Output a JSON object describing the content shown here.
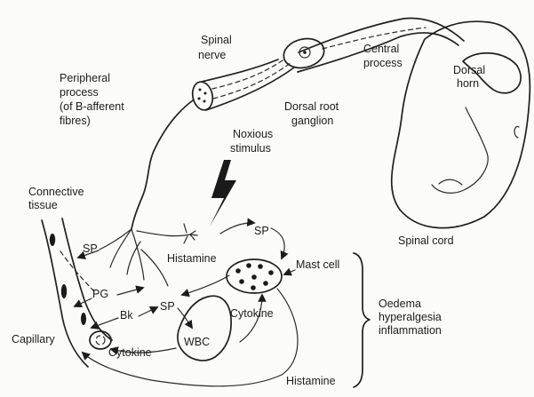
{
  "labels": {
    "spinal_nerve": [
      "Spinal",
      "nerve"
    ],
    "central_process": [
      "Central",
      "process"
    ],
    "dorsal_horn": [
      "Dorsal",
      "horn"
    ],
    "peripheral_process": [
      "Peripheral",
      "process",
      "(of B-afferent",
      "fibres)"
    ],
    "dorsal_root_ganglion": [
      "Dorsal root",
      "ganglion"
    ],
    "noxious_stimulus": [
      "Noxious",
      "stimulus"
    ],
    "connective_tissue": [
      "Connective",
      "tissue"
    ],
    "spinal_cord": "Spinal cord",
    "sp_left": "SP",
    "sp_top": "SP",
    "sp_middle": "SP",
    "histamine_top": "Histamine",
    "histamine_bottom": "Histamine",
    "mast_cell": "Mast cell",
    "pg": "PG",
    "bk": "Bk",
    "cytokine_right": "Cytokine",
    "cytokine_left": "Cytokine",
    "wbc": "WBC",
    "capillary": "Capillary",
    "outcome": [
      "Oedema",
      "hyperalgesia",
      "inflammation"
    ]
  }
}
